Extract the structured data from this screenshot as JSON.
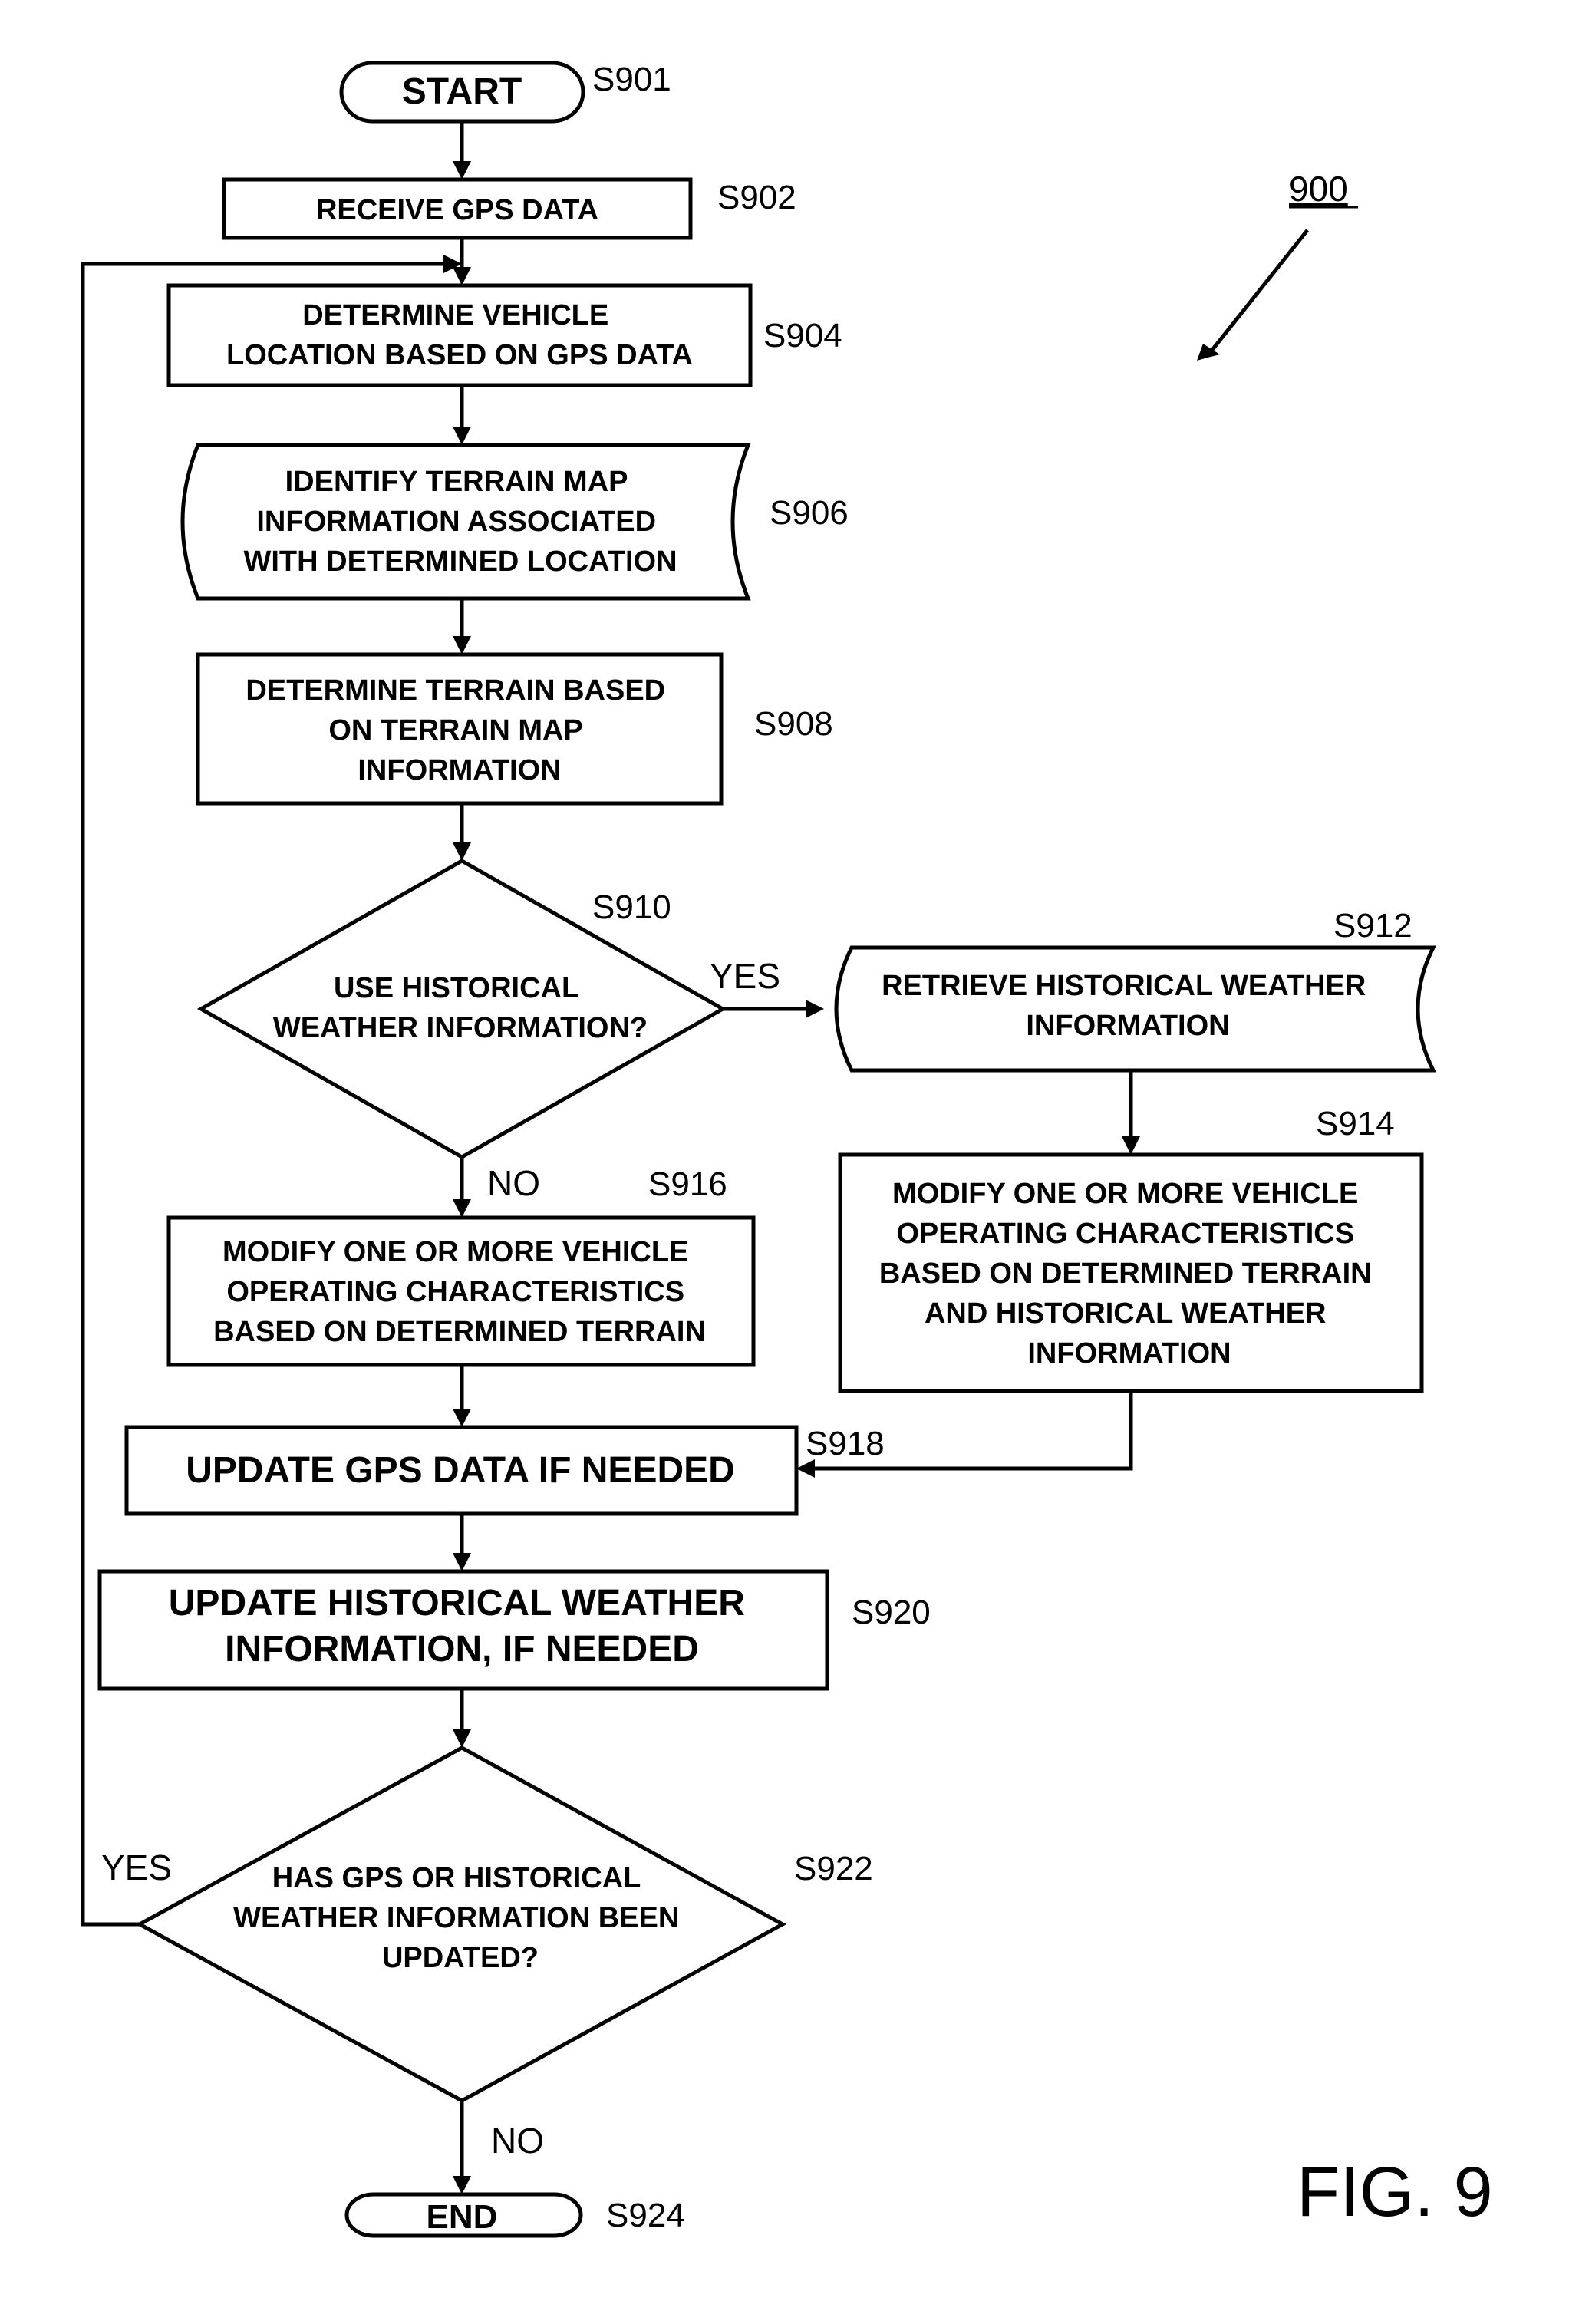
{
  "figure_ref": "900",
  "figure_label": "FIG. 9",
  "nodes": {
    "s901": {
      "lines": [
        "START"
      ],
      "ref": "S901"
    },
    "s902": {
      "lines": [
        "RECEIVE GPS DATA"
      ],
      "ref": "S902"
    },
    "s904": {
      "lines": [
        "DETERMINE VEHICLE",
        "LOCATION BASED ON GPS DATA"
      ],
      "ref": "S904"
    },
    "s906": {
      "lines": [
        "IDENTIFY TERRAIN MAP",
        "INFORMATION ASSOCIATED",
        "WITH DETERMINED LOCATION"
      ],
      "ref": "S906"
    },
    "s908": {
      "lines": [
        "DETERMINE TERRAIN BASED",
        "ON TERRAIN MAP",
        "INFORMATION"
      ],
      "ref": "S908"
    },
    "s910": {
      "lines": [
        "USE HISTORICAL",
        "WEATHER INFORMATION?"
      ],
      "ref": "S910"
    },
    "s912": {
      "lines": [
        "RETRIEVE HISTORICAL WEATHER",
        "INFORMATION"
      ],
      "ref": "S912"
    },
    "s914": {
      "lines": [
        "MODIFY ONE OR MORE VEHICLE",
        "OPERATING CHARACTERISTICS",
        "BASED ON DETERMINED TERRAIN",
        "AND HISTORICAL WEATHER",
        "INFORMATION"
      ],
      "ref": "S914"
    },
    "s916": {
      "lines": [
        "MODIFY ONE OR MORE VEHICLE",
        "OPERATING CHARACTERISTICS",
        "BASED ON DETERMINED TERRAIN"
      ],
      "ref": "S916"
    },
    "s918": {
      "lines": [
        "UPDATE GPS DATA IF NEEDED"
      ],
      "ref": "S918"
    },
    "s920": {
      "lines": [
        "UPDATE HISTORICAL WEATHER",
        "INFORMATION, IF NEEDED"
      ],
      "ref": "S920"
    },
    "s922": {
      "lines": [
        "HAS GPS OR HISTORICAL",
        "WEATHER INFORMATION BEEN",
        "UPDATED?"
      ],
      "ref": "S922"
    },
    "s924": {
      "lines": [
        "END"
      ],
      "ref": "S924"
    }
  },
  "edge_labels": {
    "s910_yes": "YES",
    "s910_no": "NO",
    "s922_yes": "YES",
    "s922_no": "NO"
  }
}
